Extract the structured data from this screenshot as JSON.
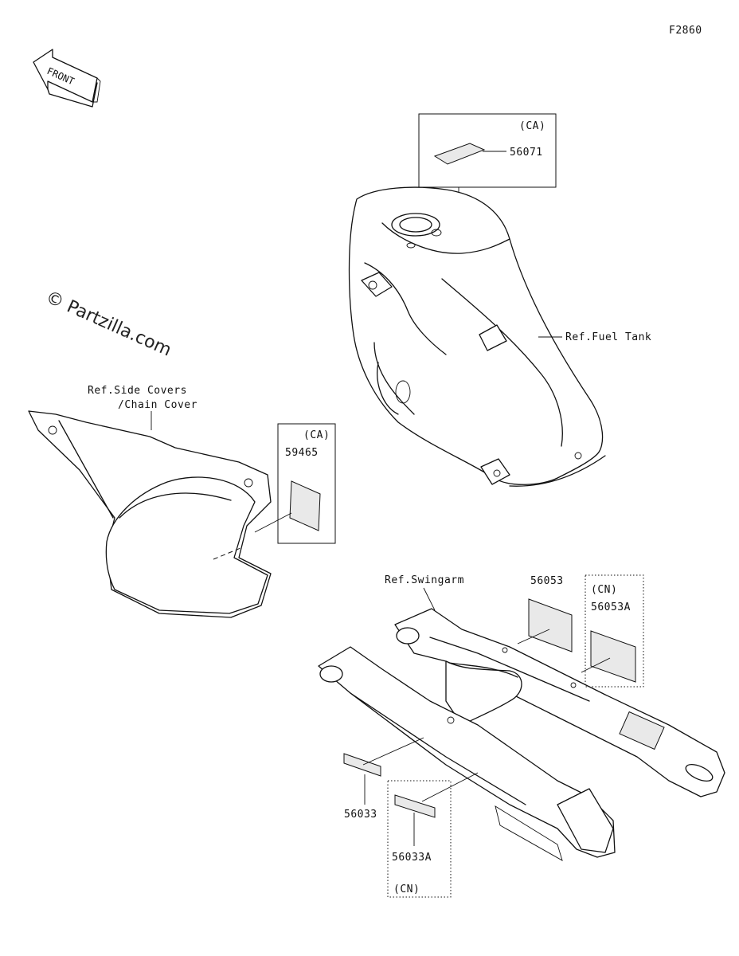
{
  "figure_code": "F2860",
  "front_arrow_label": "FRONT",
  "watermark": "© Partzilla.com",
  "refs": {
    "side_covers_line1": "Ref.Side Covers",
    "side_covers_line2": "/Chain Cover",
    "fuel_tank": "Ref.Fuel Tank",
    "swingarm": "Ref.Swingarm"
  },
  "parts": {
    "p56071": "56071",
    "p59465": "59465",
    "p56053": "56053",
    "p56053A": "56053A",
    "p56033": "56033",
    "p56033A": "56033A"
  },
  "regions": {
    "ca_1": "(CA)",
    "ca_2": "(CA)",
    "cn_1": "(CN)",
    "cn_2": "(CN)"
  }
}
